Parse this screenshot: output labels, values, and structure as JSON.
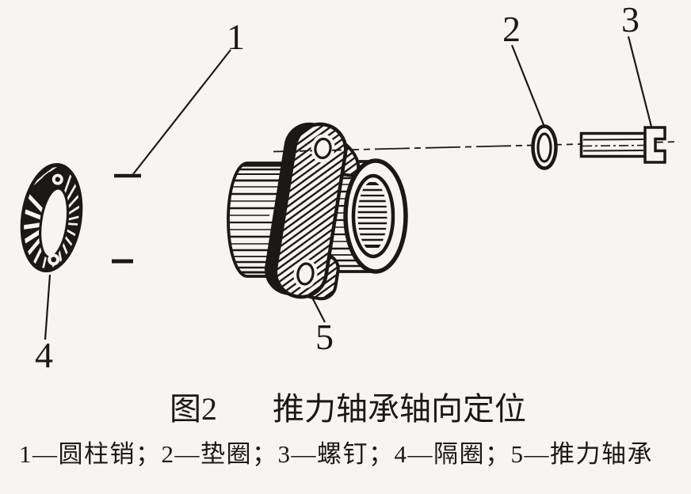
{
  "figure": {
    "type": "technical-diagram",
    "caption": {
      "prefix": "图2",
      "title": "推力轴承轴向定位"
    },
    "legend_text": "1—圆柱销；2—垫圈；3—螺钉；4—隔圈；5—推力轴承",
    "parts": [
      {
        "number": "1",
        "name": "圆柱销"
      },
      {
        "number": "2",
        "name": "垫圈"
      },
      {
        "number": "3",
        "name": "螺钉"
      },
      {
        "number": "4",
        "name": "隔圈"
      },
      {
        "number": "5",
        "name": "推力轴承"
      }
    ],
    "labels": {
      "pin": "1",
      "washer": "2",
      "screw": "3",
      "spacer": "4",
      "bearing": "5"
    },
    "colors": {
      "ink": "#1b1916",
      "paper": "#f6f5f1"
    }
  }
}
